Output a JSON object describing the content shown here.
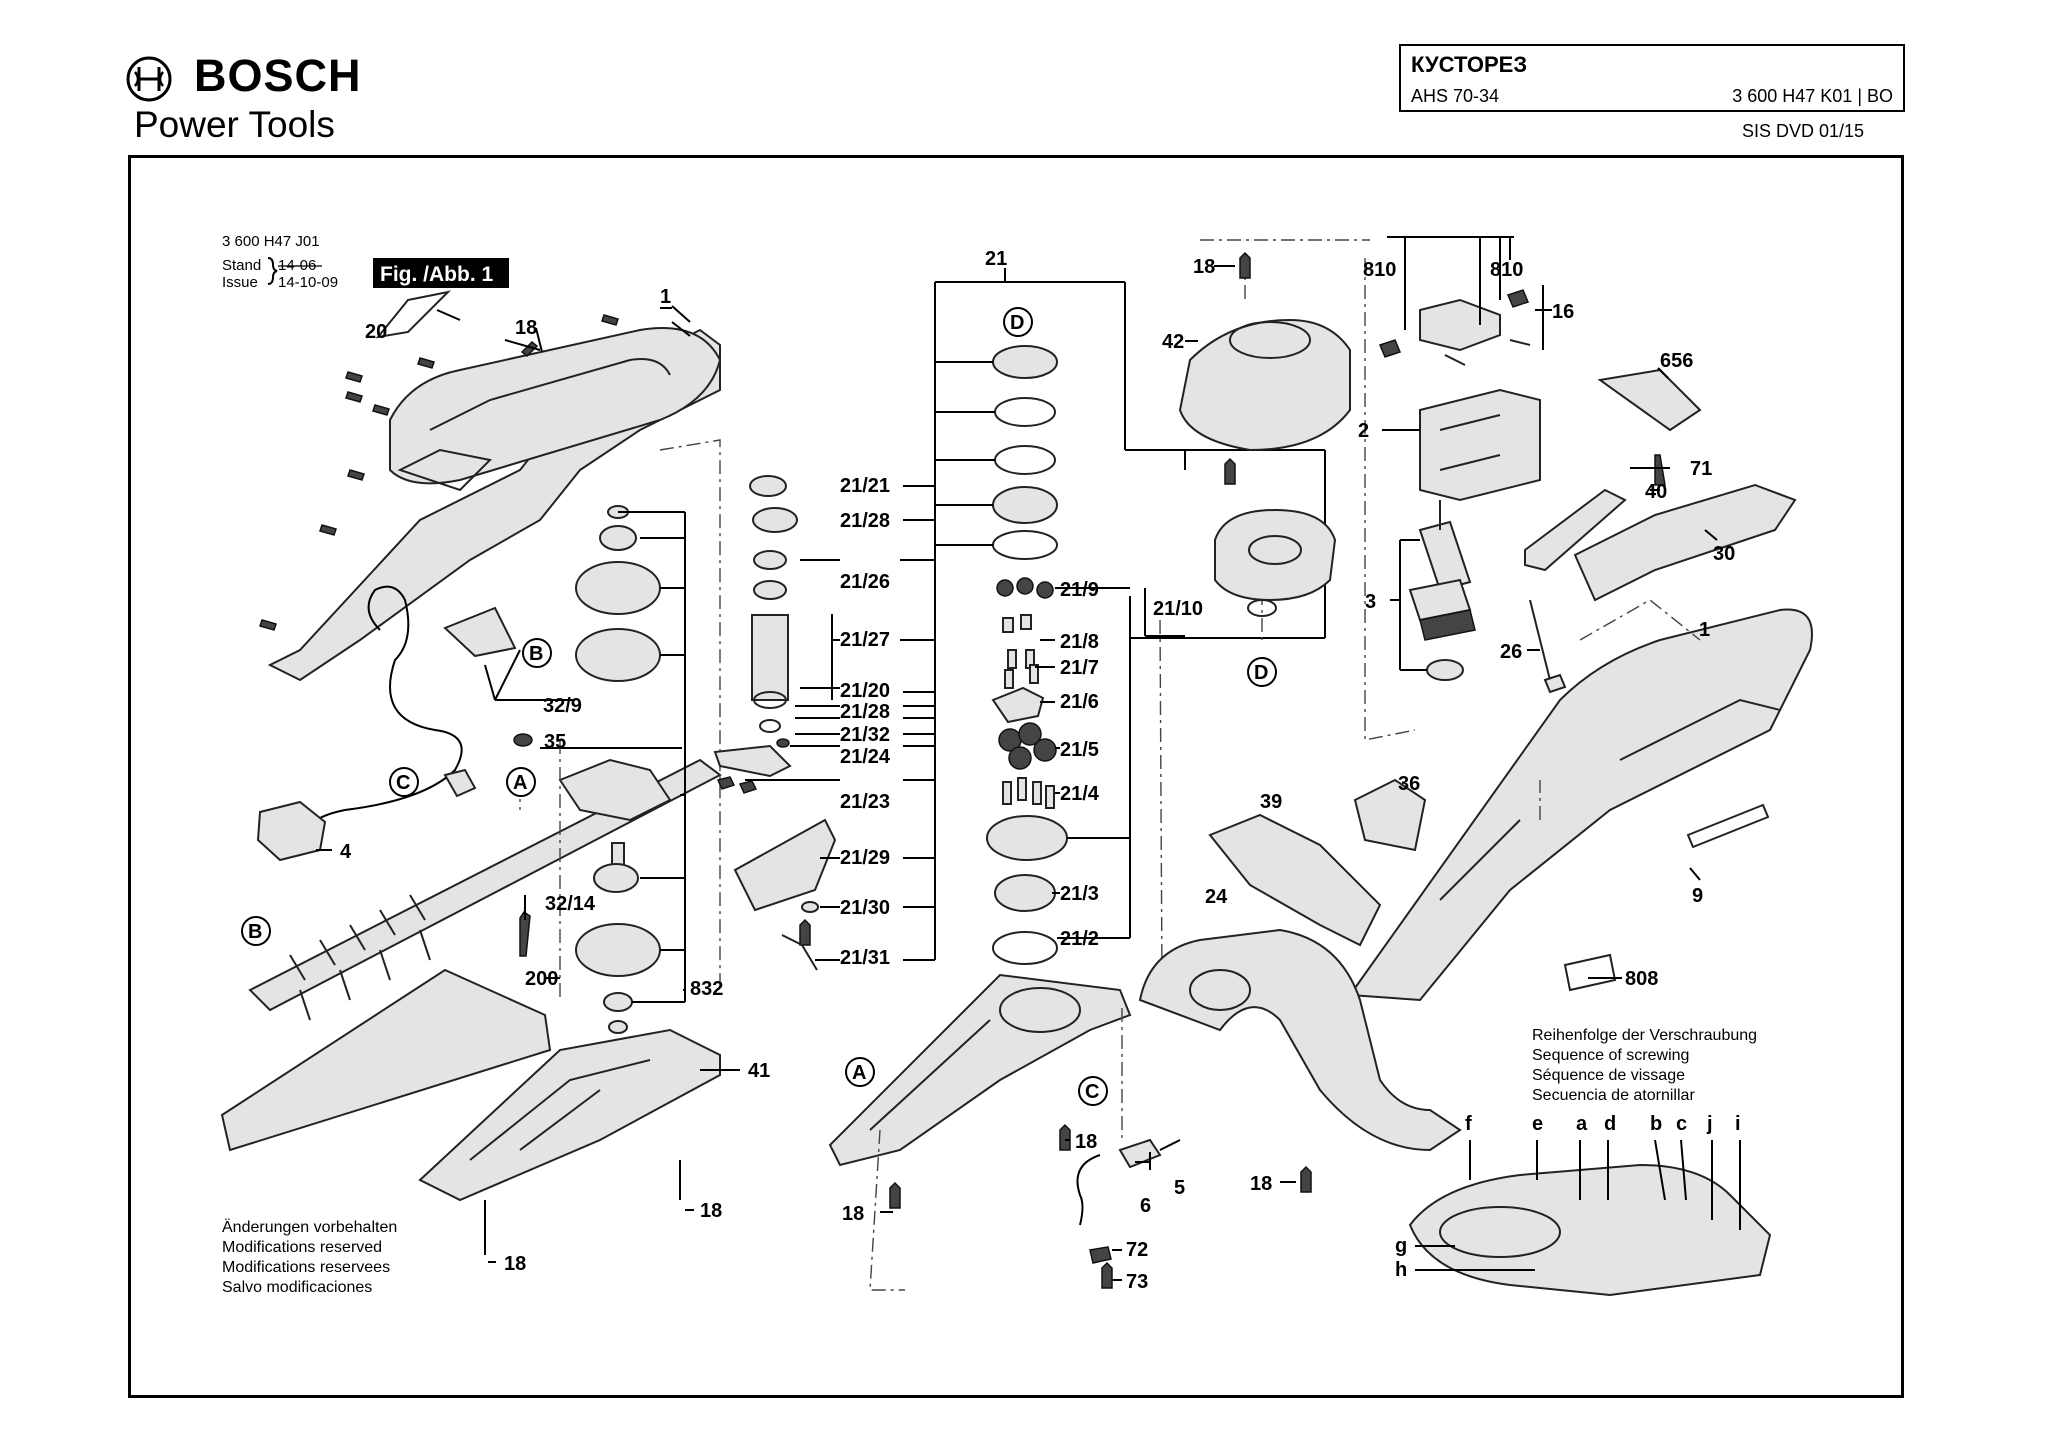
{
  "brand": {
    "name": "BOSCH",
    "subtitle": "Power Tools"
  },
  "title_block": {
    "title": "КУСТОРЕЗ",
    "model": "AHS 70-34",
    "part_number": "3 600 H47 K01 | BO",
    "sis": "SIS DVD 01/15"
  },
  "figure": {
    "code": "3 600 H47 J01",
    "stand_label": "Stand",
    "stand_value": "14-06",
    "issue_label": "Issue",
    "issue_value": "14-10-09",
    "badge": "Fig. /Abb. 1"
  },
  "notes": {
    "modifications": [
      "Änderungen vorbehalten",
      "Modifications reserved",
      "Modifications reservees",
      "Salvo modificaciones"
    ],
    "screwing": [
      "Reihenfolge der Verschraubung",
      "Sequence of screwing",
      "Séquence de vissage",
      "Secuencia de atornillar"
    ]
  },
  "markers": {
    "a": "A",
    "b": "B",
    "c": "C",
    "d": "D"
  },
  "parts": {
    "p1": "1",
    "p2": "2",
    "p3": "3",
    "p4": "4",
    "p5": "5",
    "p6": "6",
    "p9": "9",
    "p16": "16",
    "p18": "18",
    "p20": "20",
    "p21": "21",
    "p21_2": "21/2",
    "p21_3": "21/3",
    "p21_4": "21/4",
    "p21_5": "21/5",
    "p21_6": "21/6",
    "p21_7": "21/7",
    "p21_8": "21/8",
    "p21_9": "21/9",
    "p21_10": "21/10",
    "p21_20": "21/20",
    "p21_21": "21/21",
    "p21_23": "21/23",
    "p21_24": "21/24",
    "p21_26": "21/26",
    "p21_27": "21/27",
    "p21_28": "21/28",
    "p21_29": "21/29",
    "p21_30": "21/30",
    "p21_31": "21/31",
    "p21_32": "21/32",
    "p24": "24",
    "p26": "26",
    "p30": "30",
    "p32_9": "32/9",
    "p32_14": "32/14",
    "p35": "35",
    "p36": "36",
    "p39": "39",
    "p40": "40",
    "p41": "41",
    "p42": "42",
    "p71": "71",
    "p72": "72",
    "p73": "73",
    "p200": "200",
    "p656": "656",
    "p808": "808",
    "p810": "810",
    "p832": "832"
  },
  "sequence_letters": [
    "f",
    "e",
    "a",
    "d",
    "b",
    "c",
    "j",
    "i",
    "g",
    "h"
  ]
}
